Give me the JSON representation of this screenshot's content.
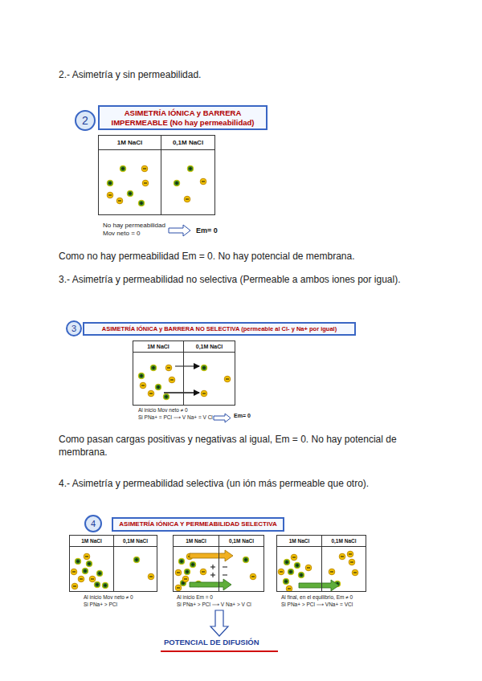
{
  "diagram": {
    "nodes": [
      {
        "text": [
          "2"
        ]
      },
      {
        "text": [
          "ASIMETRÍA IÓNICA y BARRERA IMPERMEABLE (No hay permeabilidad)"
        ]
      },
      {
        "text": [
          "1M NaCl"
        ]
      },
      {
        "text": [
          "0,1M NaCl"
        ]
      },
      {
        "text": [
          "3"
        ]
      },
      {
        "text": [
          "ASIMETRÍA IÓNICA y BARRERA NO SELECTIVA (permeable al Cl- y Na+ por igual)"
        ]
      },
      {
        "text": [
          "1M NaCl"
        ]
      },
      {
        "text": [
          "0,1M NaCl"
        ]
      },
      {
        "text": [
          "4"
        ]
      },
      {
        "text": [
          "ASIMETRÍA IÓNICA Y PERMEABILIDAD SELECTIVA"
        ]
      },
      {
        "text": [
          "1M NaCl"
        ]
      },
      {
        "text": [
          "0,1M NaCl"
        ]
      },
      {
        "text": [
          "1M NaCl"
        ]
      },
      {
        "text": [
          "0,1M NaCl"
        ]
      },
      {
        "text": [
          "1M NaCl"
        ]
      },
      {
        "text": [
          "0,1M NaCl"
        ]
      }
    ],
    "labels": [
      "2.- Asimetría y sin permeabilidad.",
      "No hay permeabilidad",
      "Mov neto = 0",
      "Em= 0",
      "Como no hay permeabilidad Em = 0. No hay potencial de membrana.",
      "3.- Asimetría y permeabilidad no selectiva (Permeable a ambos iones por igual).",
      "Al inicio Mov neto ≠ 0",
      "Si PNa+ = PCl ⟶ V Na+ = V Cl",
      "Em= 0",
      "Como pasan cargas positivas y negativas al igual, Em = 0. No hay potencial de membrana.",
      "4.- Asimetría y permeabilidad selectiva (un ión más permeable que otro).",
      "Al inicio Mov neto ≠ 0",
      "Si PNa+ > PCl",
      "Al inicio Em = 0",
      "Si PNa+ > PCl ⟶ V Na+ > V Cl",
      "Al final, en el equilibrio, Em ≠ 0",
      "Si PNa+ > PCl ⟶ VNa+ = VCl",
      "POTENCIAL DE DIFUSIÓN"
    ]
  }
}
